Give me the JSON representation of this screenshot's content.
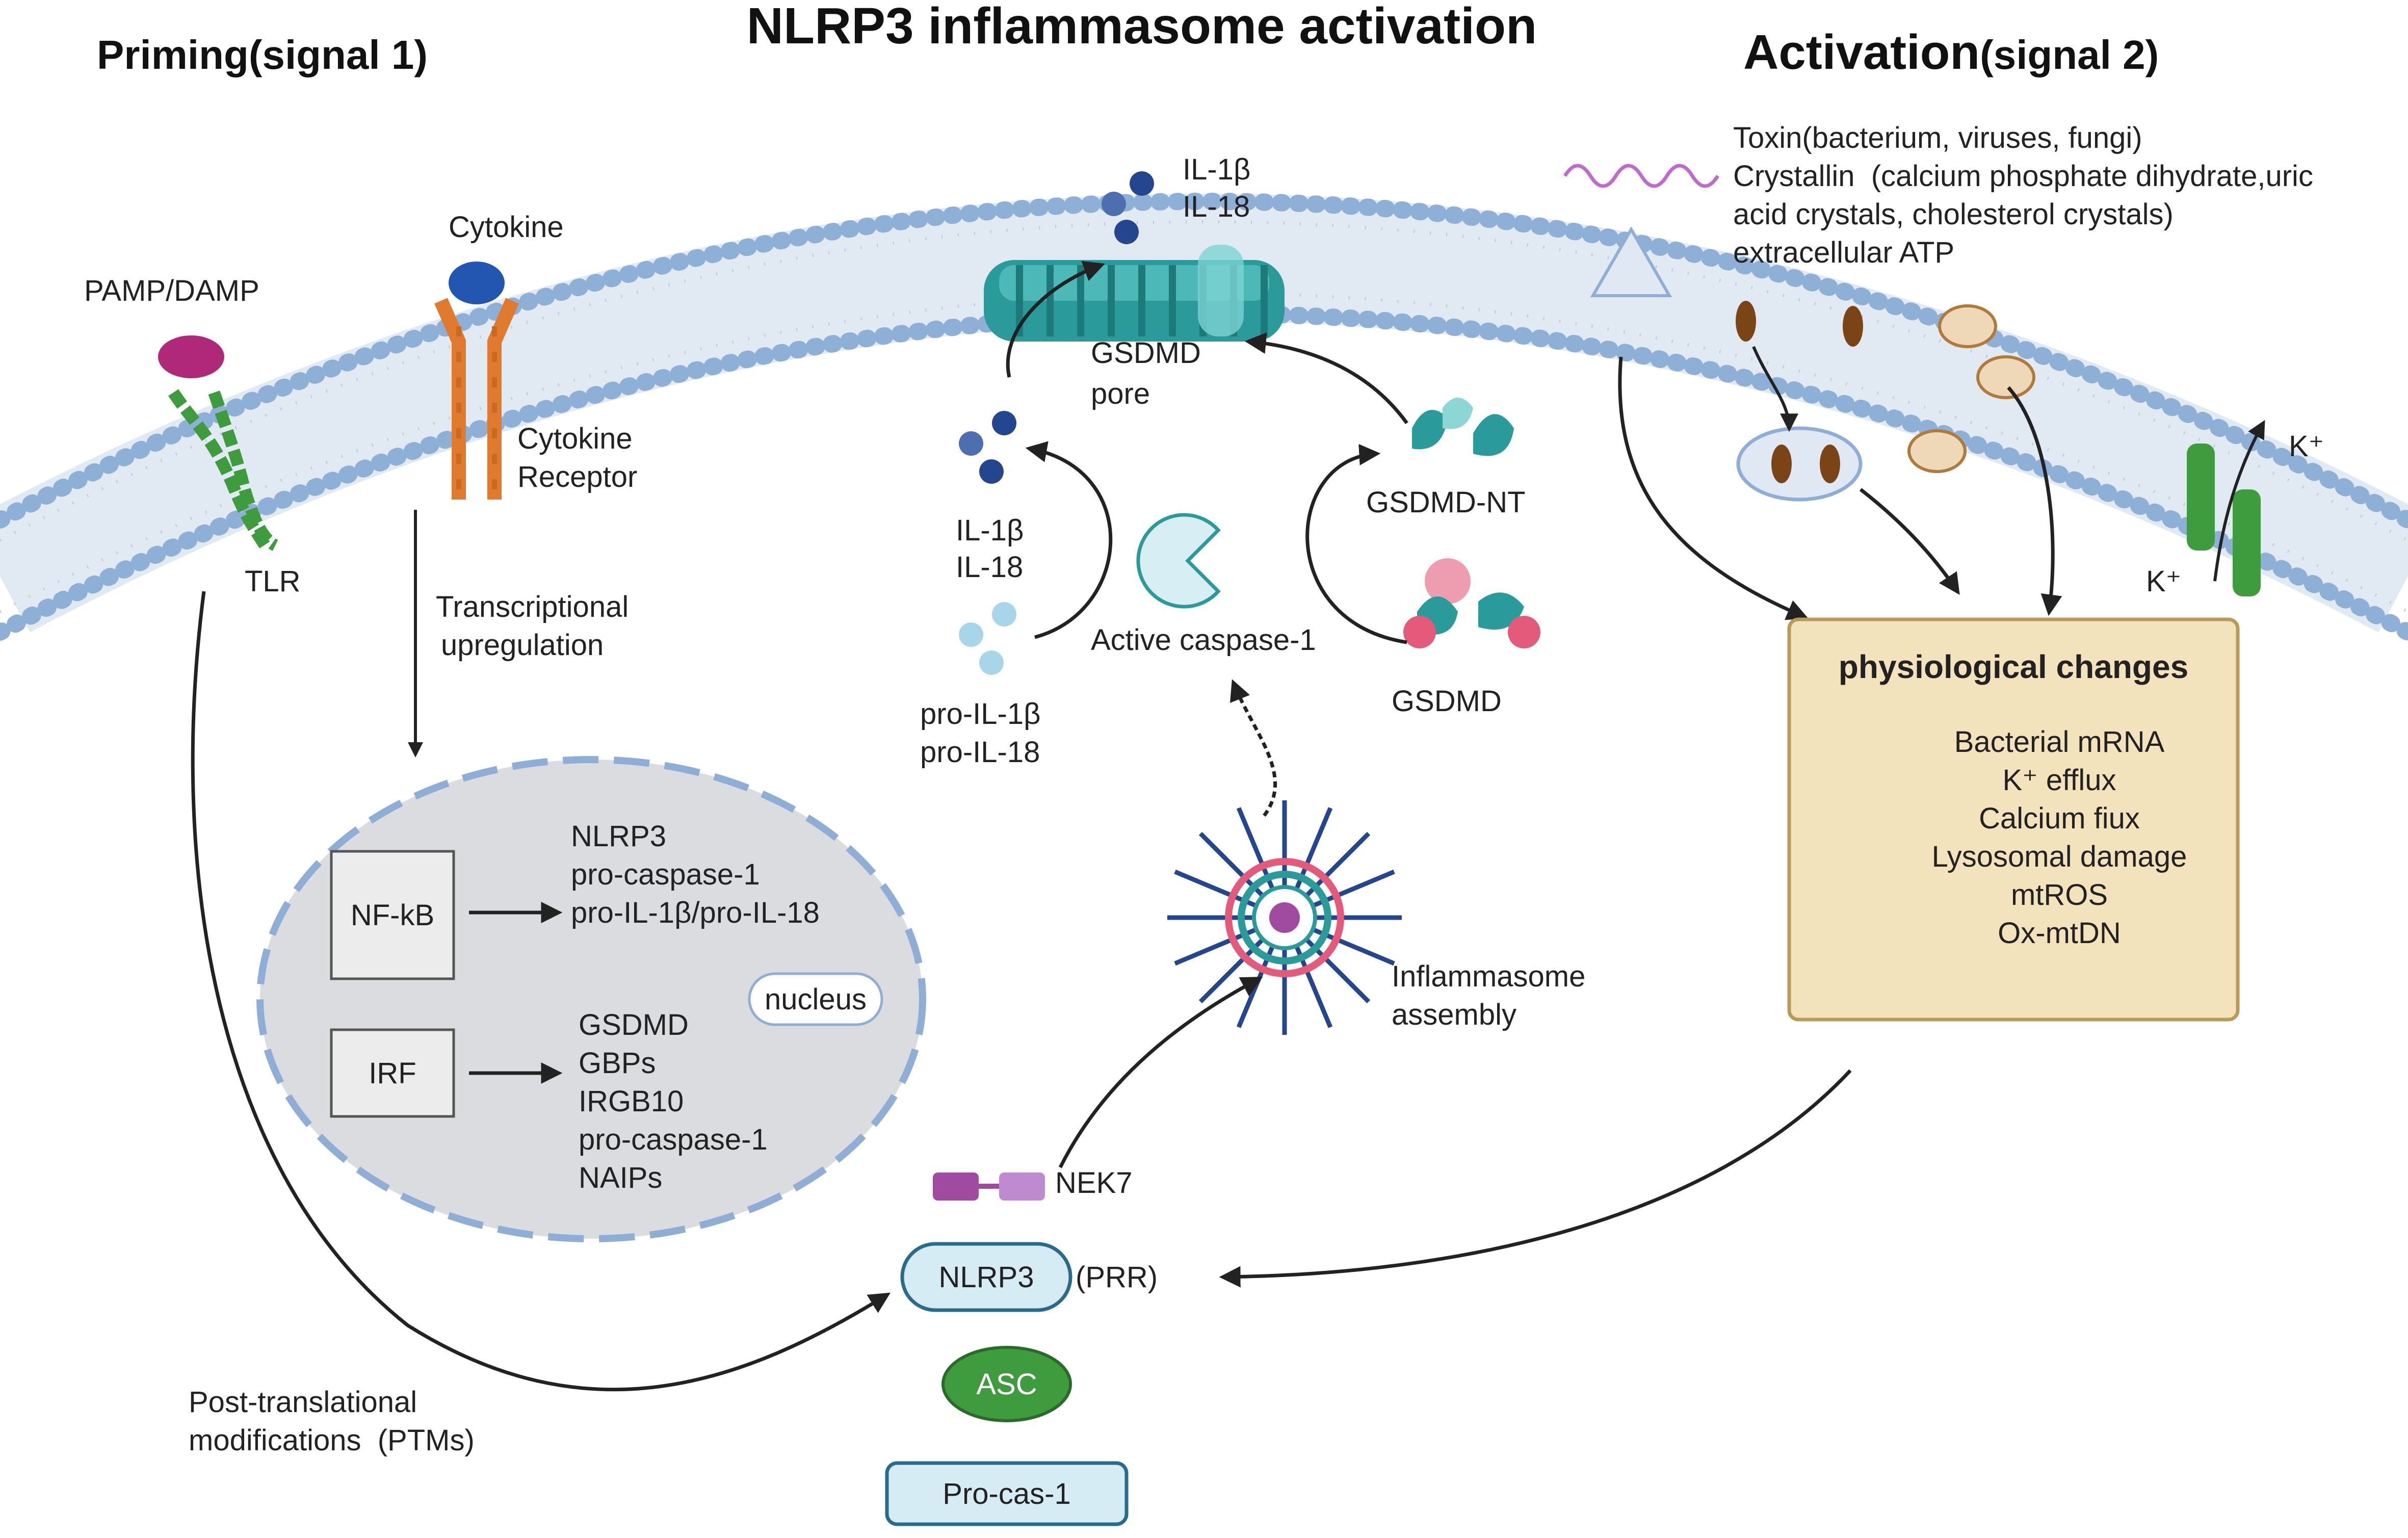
{
  "title": "NLRP3 inflammasome activation",
  "signal1": {
    "heading": "Priming(signal 1)"
  },
  "signal2": {
    "heading_main": "Activation",
    "heading_suffix": "(signal 2)"
  },
  "labels": {
    "pamp_damp": "PAMP/DAMP",
    "tlr": "TLR",
    "cytokine": "Cytokine",
    "cytokine_receptor_1": "Cytokine",
    "cytokine_receptor_2": "Receptor",
    "transcriptional_1": "Transcriptional",
    "transcriptional_2": "upregulation",
    "nfkb": "NF-kB",
    "irf": "IRF",
    "nucleus": "nucleus",
    "nfkb_targets": [
      "NLRP3",
      "pro-caspase-1",
      "pro-IL-1β/pro-IL-18"
    ],
    "irf_targets": [
      "GSDMD",
      "GBPs",
      "IRGB10",
      "pro-caspase-1",
      "NAIPs"
    ],
    "ptm_1": "Post-translational",
    "ptm_2": "modifications  (PTMs)",
    "il_top_1": "IL-1β",
    "il_top_2": "IL-18",
    "gsdmd_pore_1": "GSDMD",
    "gsdmd_pore_2": "pore",
    "il_mid_1": "IL-1β",
    "il_mid_2": "IL-18",
    "pro_il_1": "pro-IL-1β",
    "pro_il_2": "pro-IL-18",
    "active_caspase": "Active caspase-1",
    "gsdmd_nt": "GSDMD-NT",
    "gsdmd": "GSDMD",
    "inflammasome_1": "Inflammasome",
    "inflammasome_2": "assembly",
    "nek7": "NEK7",
    "nlrp3": "NLRP3",
    "prr": "(PRR)",
    "asc": "ASC",
    "procas": "Pro-cas-1",
    "toxin_lines": [
      "Toxin(bacterium, viruses, fungi)",
      "Crystallin  (calcium phosphate dihydrate,uric",
      "acid crystals, cholesterol crystals)",
      "extracellular ATP"
    ],
    "k_plus": "K⁺",
    "physio_title": "physiological changes",
    "physio_items": [
      "Bacterial mRNA",
      "K⁺ efflux",
      "Calcium fiux",
      "Lysosomal damage",
      "mtROS",
      "Ox-mtDN"
    ]
  },
  "colors": {
    "membrane": "#b3c7e0",
    "membrane_dot": "#8fb0d6",
    "tlr": "#3e9b3e",
    "pamp": "#b0287a",
    "receptor": "#e07a2e",
    "cytokine": "#2256b0",
    "nucleus_fill": "#dadcdf",
    "nucleus_edge": "#8faed6",
    "pore": "#2a9a9a",
    "dot_dark": "#24468f",
    "dot_light": "#8cc4df",
    "caspase": "#d7eef5",
    "gsdmd_pink": "#e35a7a",
    "asc": "#3e9b3e",
    "nlrp3_fill": "#d6ecf5",
    "physio_fill": "#f3e3bd",
    "physio_edge": "#b89a5a",
    "brown": "#7a4417",
    "tan": "#eed8b8",
    "toxin_wave": "#c06ad0",
    "triangle": "#dfe8f3",
    "channel": "#3e9b3e",
    "nek7": "#a04aa0"
  }
}
